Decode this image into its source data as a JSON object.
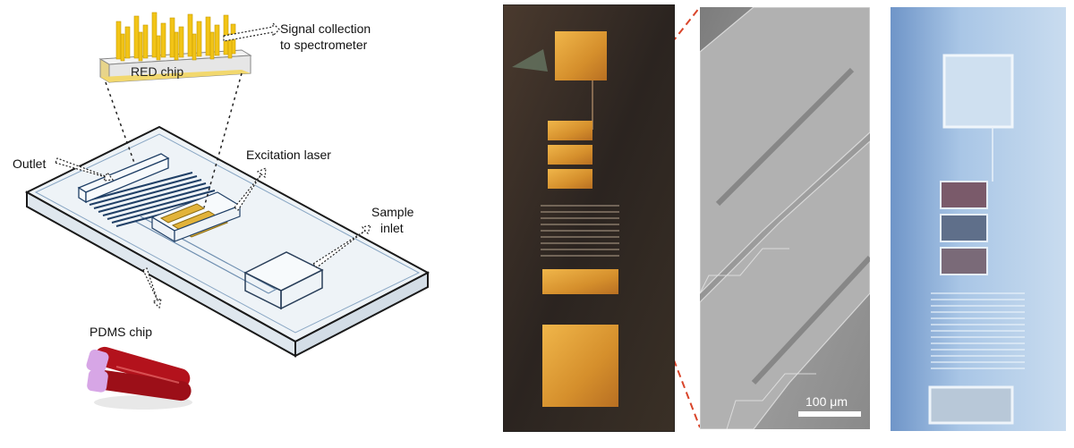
{
  "diagram": {
    "labels": {
      "signal_line1": "Signal collection",
      "signal_line2": "to spectrometer",
      "red_chip": "RED chip",
      "outlet": "Outlet",
      "excitation": "Excitation laser",
      "sample_line1": "Sample",
      "sample_line2": "inlet",
      "pdms": "PDMS chip"
    }
  },
  "sem": {
    "scale_bar": "100 μm"
  },
  "colors": {
    "gold": "#e2b33a",
    "laser_yellow": "#f1c40f",
    "blood_red": "#b3121c",
    "sem_gray": "#9a9a9a",
    "pdms_blue": "#a9c6e6",
    "zoom_line": "#d9452a"
  }
}
